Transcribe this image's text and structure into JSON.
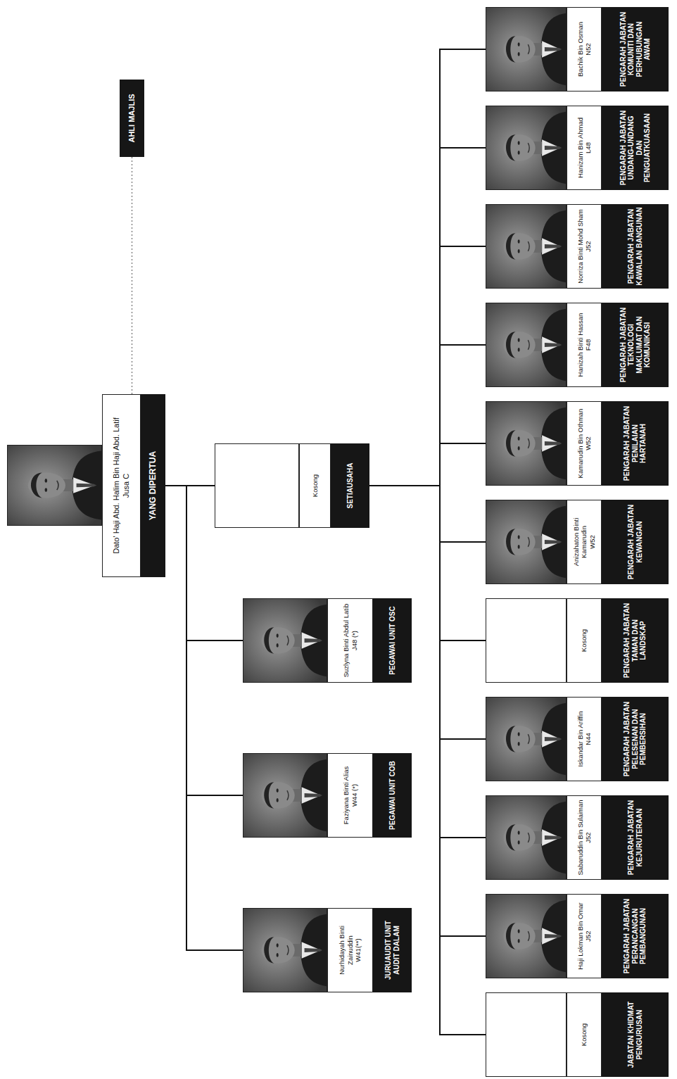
{
  "diagram": {
    "nodes": [
      {
        "text": [
          "Dato' Haji Abd. Halim Bin Haji Abd. Latif",
          "Jusa C",
          "YANG DIPERTUA"
        ]
      },
      {
        "text": [
          "AHLI MAJLIS"
        ]
      },
      {
        "text": [
          "Nurhidayah Binti Zainuddin",
          "W41(**)",
          "JURUAUDIT UNIT AUDIT DALAM"
        ]
      },
      {
        "text": [
          "Faziyana Binti Alias",
          "W44 (*)",
          "PEGAWAI UNIT COB"
        ]
      },
      {
        "text": [
          "Suzlyna Binti Abdul Latib",
          "J48 (*)",
          "PEGAWAI UNIT OSC"
        ]
      },
      {
        "text": [
          "Kosong",
          "SETIAUSAHA"
        ]
      },
      {
        "text": [
          "Kosong",
          "JABATAN KHIDMAT PENGURUSAN"
        ]
      },
      {
        "text": [
          "Haji Lokman Bin Omar",
          "J52",
          "PENGARAH JABATAN PERANCANGAN PEMBANGUNAN"
        ]
      },
      {
        "text": [
          "Sabaruddin Bin Sulaiman",
          "J52",
          "PENGARAH JABATAN KEJURUTERAAN"
        ]
      },
      {
        "text": [
          "Iskandar Bin Ariffin",
          "N44",
          "PENGARAH JABATAN PELESENAN DAN PEMBERSIHAN"
        ]
      },
      {
        "text": [
          "Kosong",
          "PENGARAH JABATAN TAMAN DAN LANDSKAP"
        ]
      },
      {
        "text": [
          "Anizahaton Binti Kamarudin",
          "W52",
          "PENGARAH JABATAN KEWANGAN"
        ]
      },
      {
        "text": [
          "Kamarudin Bin Othman",
          "W52",
          "PENGARAH JABATAN PENILAIAN HARTANAH"
        ]
      },
      {
        "text": [
          "Hanizah Binti Hassan",
          "F48",
          "PENGARAH JABATAN TEKNOLOGI MAKLUMAT DAN KOMUNIKASI"
        ]
      },
      {
        "text": [
          "Norriza Binti Mohd Sham",
          "J52",
          "PENGARAH JABATAN KAWALAN BANGUNAN"
        ]
      },
      {
        "text": [
          "Hanizam Bin Ahmad",
          "L48",
          "PENGARAH JABATAN UNDANG-UNDANG DAN PENGUATKUASAAN"
        ]
      },
      {
        "text": [
          "Bachik Bin Osman",
          "N52",
          "PENGARAH JABATAN KOMUNITI DAN PERHUBUNGAN AWAM"
        ]
      }
    ],
    "edges": [
      {
        "from": 0,
        "to": 1,
        "arrow": "none"
      },
      {
        "from": 0,
        "to": 2,
        "arrow": "none"
      },
      {
        "from": 0,
        "to": 3,
        "arrow": "none"
      },
      {
        "from": 0,
        "to": 4,
        "arrow": "none"
      },
      {
        "from": 0,
        "to": 5,
        "arrow": "none"
      },
      {
        "from": 5,
        "to": 6,
        "arrow": "none"
      },
      {
        "from": 5,
        "to": 7,
        "arrow": "none"
      },
      {
        "from": 5,
        "to": 8,
        "arrow": "none"
      },
      {
        "from": 5,
        "to": 9,
        "arrow": "none"
      },
      {
        "from": 5,
        "to": 10,
        "arrow": "none"
      },
      {
        "from": 5,
        "to": 11,
        "arrow": "none"
      },
      {
        "from": 5,
        "to": 12,
        "arrow": "none"
      },
      {
        "from": 5,
        "to": 13,
        "arrow": "none"
      },
      {
        "from": 5,
        "to": 14,
        "arrow": "none"
      },
      {
        "from": 5,
        "to": 15,
        "arrow": "none"
      },
      {
        "from": 5,
        "to": 16,
        "arrow": "none"
      }
    ]
  }
}
